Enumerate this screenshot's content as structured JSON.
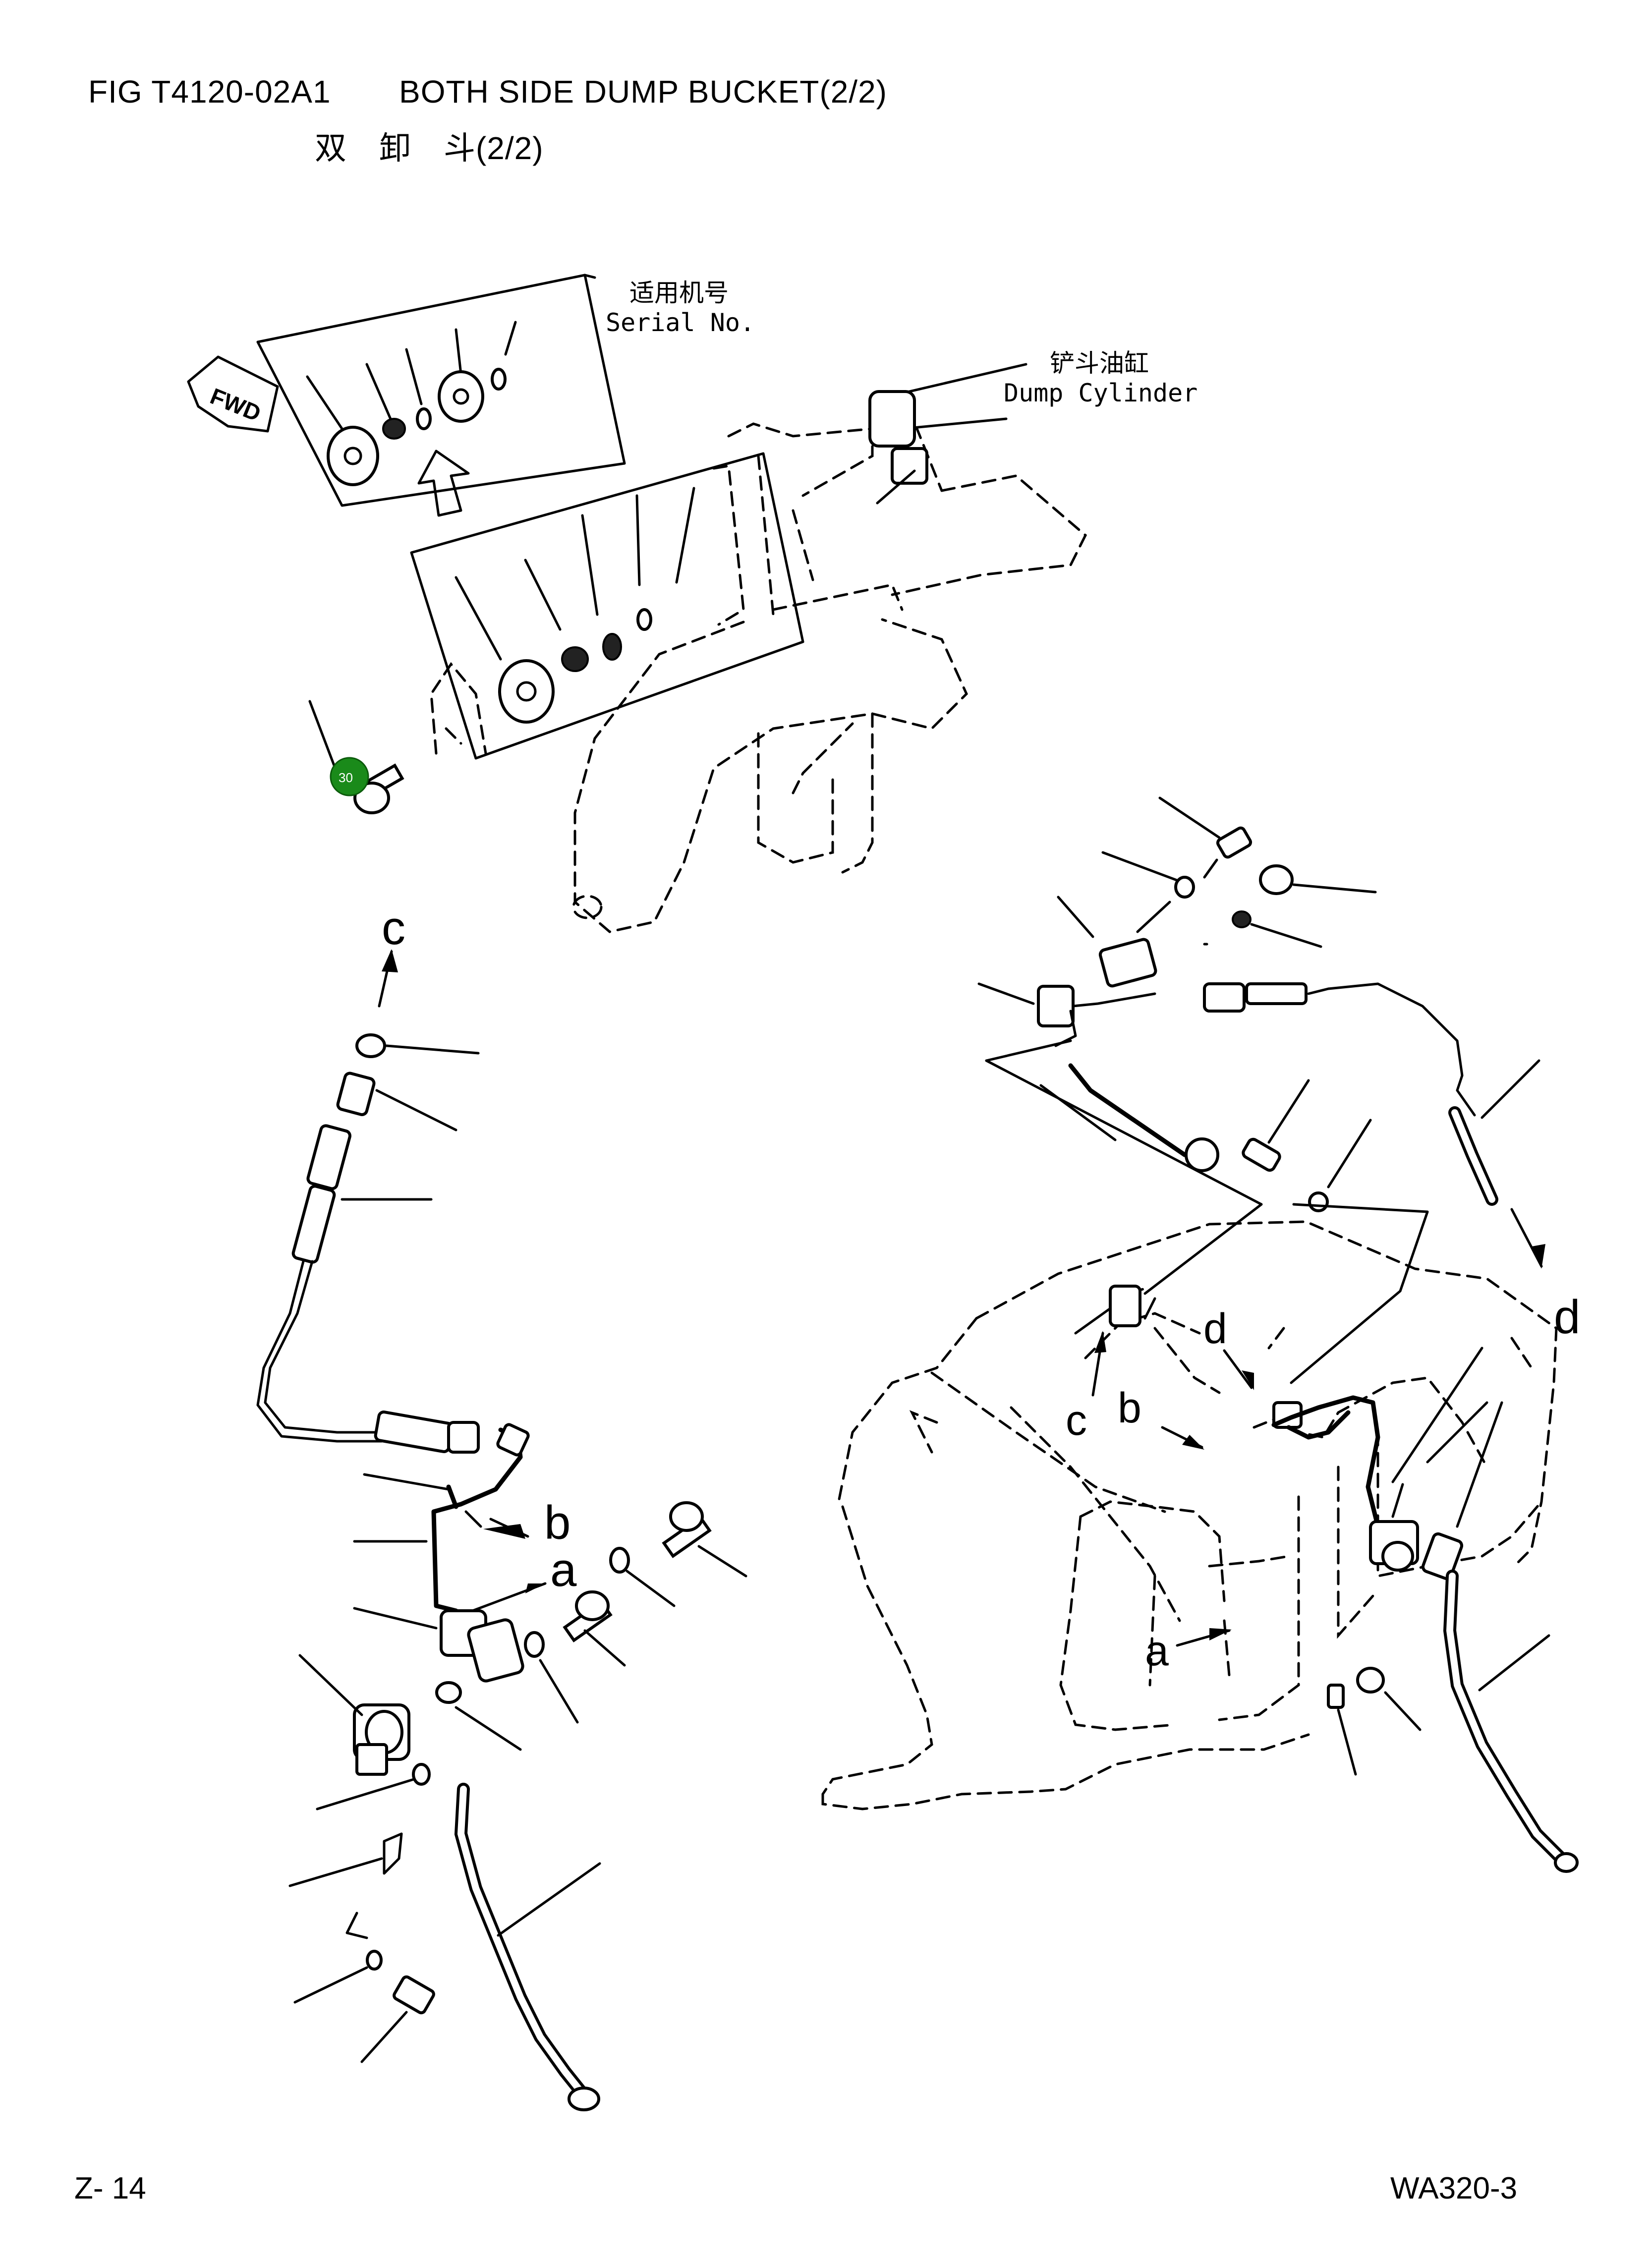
{
  "header": {
    "fig_no": "FIG T4120-02A1",
    "title_en": "BOTH SIDE DUMP BUCKET(2/2)",
    "title_cn": "双　卸　斗(2/2)"
  },
  "notes": {
    "serial_cn": "适用机号",
    "serial_en": "Serial No.",
    "cylinder_cn": "铲斗油缸",
    "cylinder_en": "Dump Cylinder"
  },
  "arrow_labels": {
    "c_top": "c",
    "b_left": "b",
    "a_left": "a",
    "d_right": "d",
    "d_center": "d",
    "c_center": "c",
    "b_center": "b",
    "a_center": "a"
  },
  "fwd_label": "FWD",
  "callouts": [
    {
      "id": "30",
      "color": "#1a8a1a"
    }
  ],
  "footer": {
    "page": "Z-  14",
    "model": "WA320-3"
  }
}
